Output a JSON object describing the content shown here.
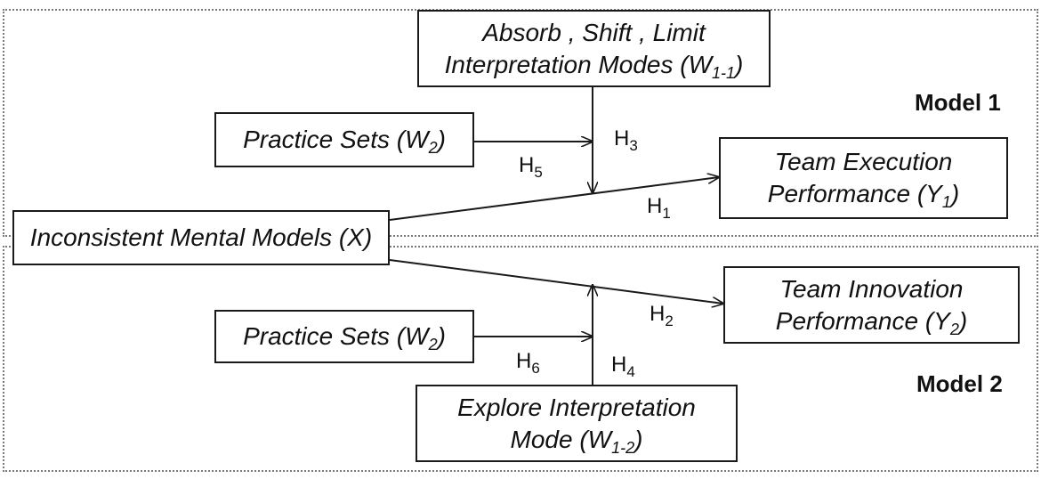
{
  "models": {
    "model1": "Model 1",
    "model2": "Model 2"
  },
  "boxes": {
    "absorb": {
      "line1": "Absorb , Shift , Limit",
      "line2": "Interpretation Modes (W",
      "sub": "1-1",
      "tail": ")"
    },
    "practice1": {
      "text": "Practice Sets (W",
      "sub": "2",
      "tail": ")"
    },
    "execution": {
      "line1": "Team Execution",
      "line2": "Performance (Y",
      "sub": "1",
      "tail": ")"
    },
    "inconsistent": {
      "text": "Inconsistent Mental Models (X)"
    },
    "innovation": {
      "line1": "Team Innovation",
      "line2": "Performance (Y",
      "sub": "2",
      "tail": ")"
    },
    "practice2": {
      "text": "Practice Sets (W",
      "sub": "2",
      "tail": ")"
    },
    "explore": {
      "line1": "Explore Interpretation",
      "line2": "Mode (W",
      "sub": "1-2",
      "tail": ")"
    }
  },
  "hypotheses": {
    "h1": {
      "base": "H",
      "sub": "1"
    },
    "h2": {
      "base": "H",
      "sub": "2"
    },
    "h3": {
      "base": "H",
      "sub": "3"
    },
    "h4": {
      "base": "H",
      "sub": "4"
    },
    "h5": {
      "base": "H",
      "sub": "5"
    },
    "h6": {
      "base": "H",
      "sub": "6"
    }
  }
}
